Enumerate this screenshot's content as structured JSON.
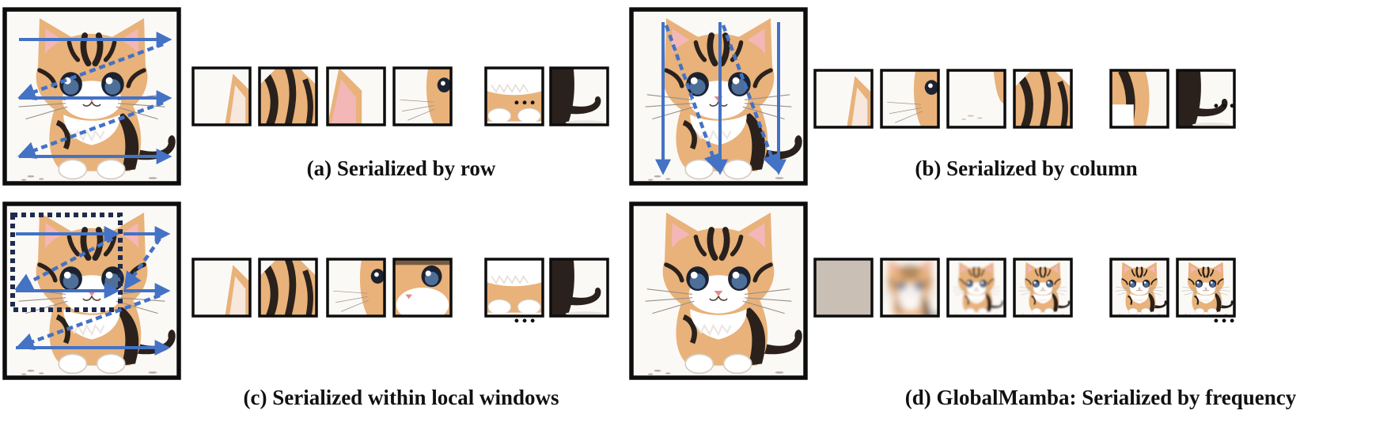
{
  "panels": [
    {
      "id": "a",
      "caption": "(a) Serialized by row",
      "scan": "row",
      "tiles": [
        "ear",
        "stripes",
        "pink-ear",
        "eye-edge",
        "paws",
        "tail"
      ]
    },
    {
      "id": "b",
      "caption": "(b) Serialized by column",
      "scan": "column",
      "tiles": [
        "ear",
        "eye-edge",
        "white",
        "stripes",
        "body-side",
        "tail"
      ]
    },
    {
      "id": "c",
      "caption": "(c) Serialized within local windows",
      "scan": "window",
      "tiles": [
        "ear",
        "stripes",
        "eye-edge",
        "face",
        "paws",
        "tail"
      ]
    },
    {
      "id": "d",
      "caption": "(d) GlobalMamba: Serialized by frequency",
      "scan": "frequency",
      "tiles": [
        "flat",
        "blur-heavy",
        "blur-mid",
        "blur-low",
        "kitten-small",
        "kitten-small"
      ]
    }
  ],
  "ellipsis": "…",
  "colors": {
    "arrow": "#4472c4",
    "frame": "#0d0d0d",
    "window": "#1f2b4d",
    "fur_light": "#e8b27a",
    "fur_dark": "#2a211c",
    "fur_orange": "#c98548",
    "white": "#ffffff",
    "background": "#fbf9f6",
    "flat_tile": "#c9bfb5"
  }
}
